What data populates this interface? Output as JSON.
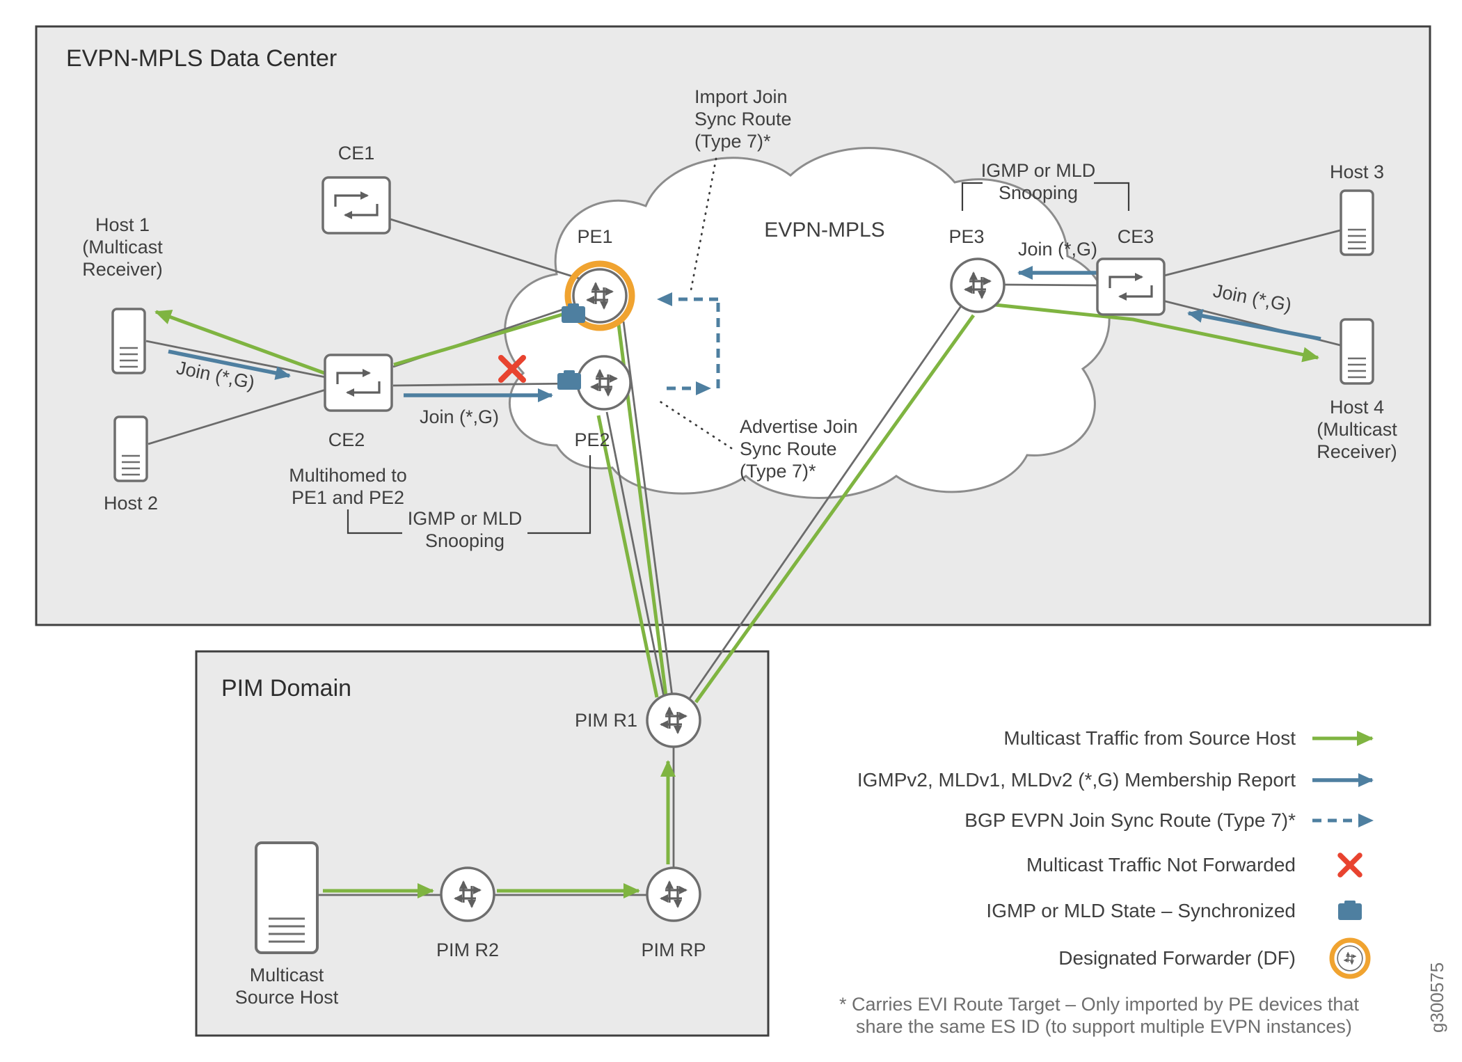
{
  "colors": {
    "multicast_green": "#7fb441",
    "membership_blue": "#4e7fa0",
    "df_orange": "#f0a330",
    "not_forwarded_red": "#e8432f",
    "line_gray": "#6b6b6b",
    "region_fill": "#eaeaea"
  },
  "regions": {
    "datacenter_title": "EVPN-MPLS Data Center",
    "pim_title": "PIM Domain",
    "cloud_label": "EVPN-MPLS"
  },
  "nodes": {
    "ce1": "CE1",
    "ce2": "CE2",
    "ce3": "CE3",
    "pe1": "PE1",
    "pe2": "PE2",
    "pe3": "PE3",
    "pim_r1": "PIM R1",
    "pim_r2": "PIM R2",
    "pim_rp": "PIM RP",
    "host1": "Host 1",
    "host1_sub1": "(Multicast",
    "host1_sub2": "Receiver)",
    "host2": "Host 2",
    "host3": "Host 3",
    "host4": "Host 4",
    "host4_sub1": "(Multicast",
    "host4_sub2": "Receiver)",
    "source_line1": "Multicast",
    "source_line2": "Source Host",
    "ce2_note_line1": "Multihomed to",
    "ce2_note_line2": "PE1 and PE2"
  },
  "annotations": {
    "import_line1": "Import Join",
    "import_line2": "Sync Route",
    "import_line3": "(Type 7)*",
    "advertise_line1": "Advertise Join",
    "advertise_line2": "Sync Route",
    "advertise_line3": "(Type 7)*",
    "snooping_top_line1": "IGMP or MLD",
    "snooping_top_line2": "Snooping",
    "snooping_bottom_line1": "IGMP or MLD",
    "snooping_bottom_line2": "Snooping",
    "join_host1": "Join (*,G)",
    "join_ce2": "Join (*,G)",
    "join_ce3": "Join (*,G)",
    "join_host4": "Join (*,G)"
  },
  "legend": {
    "items": [
      {
        "label": "Multicast Traffic from Source Host",
        "icon": "green-arrow"
      },
      {
        "label": "IGMPv2, MLDv1, MLDv2  (*,G) Membership Report",
        "icon": "blue-arrow"
      },
      {
        "label": "BGP EVPN Join Sync Route (Type 7)*",
        "icon": "blue-dashed-arrow"
      },
      {
        "label": "Multicast Traffic Not Forwarded",
        "icon": "red-x"
      },
      {
        "label": "IGMP or MLD State – Synchronized",
        "icon": "sync-state-square"
      },
      {
        "label": "Designated Forwarder (DF)",
        "icon": "df-ring"
      }
    ]
  },
  "footnote": {
    "line1": "* Carries EVI Route Target – Only imported by PE devices that",
    "line2": "share the same ES ID (to support multiple EVPN instances)"
  },
  "watermark": "g300575"
}
